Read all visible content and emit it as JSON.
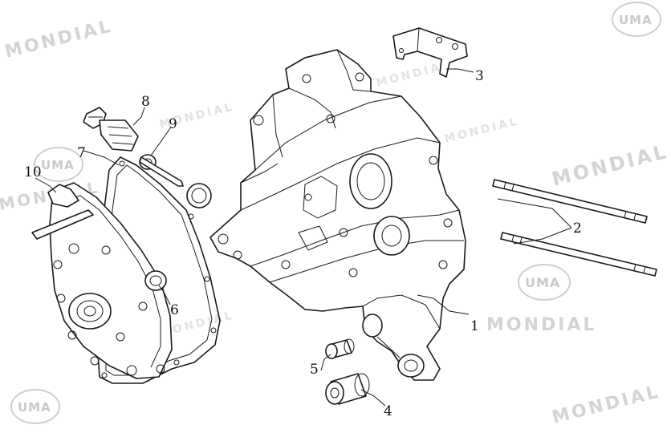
{
  "watermarks": {
    "brand": "MONDIAL",
    "logo": "UMA"
  },
  "callouts": {
    "c1": "1",
    "c2": "2",
    "c3": "3",
    "c4": "4",
    "c5": "5",
    "c6": "6",
    "c7": "7",
    "c8": "8",
    "c9": "9",
    "c10": "10"
  },
  "colors": {
    "line": "#1a1a1a",
    "watermark": "#d4d4d4",
    "background": "#ffffff"
  }
}
